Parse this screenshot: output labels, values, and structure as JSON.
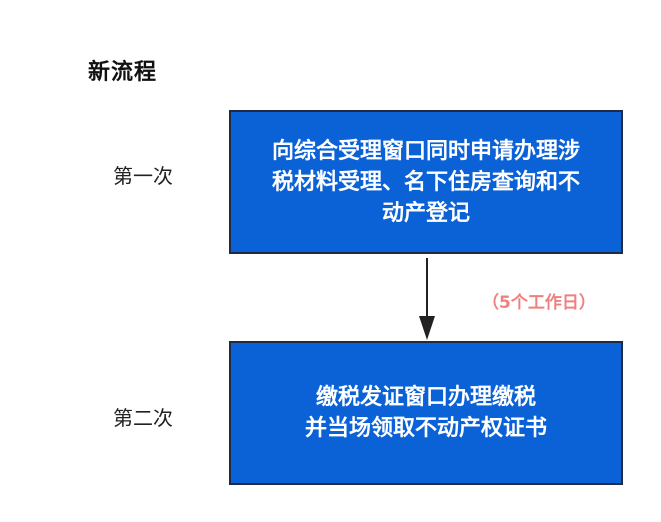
{
  "title": "新流程",
  "steps": [
    {
      "label": "第一次",
      "lines": [
        "向综合受理窗口同时申请办理涉",
        "税材料受理、名下住房查询和不",
        "动产登记"
      ]
    },
    {
      "label": "第二次",
      "lines": [
        "缴税发证窗口办理缴税",
        "并当场领取不动产权证书"
      ]
    }
  ],
  "connector": {
    "annotation": "（5个工作日）"
  },
  "colors": {
    "box_fill": "#0a62d6",
    "box_border": "#1f2a44",
    "box_text": "#ffffff",
    "annotation": "#f08080",
    "arrow": "#222222"
  }
}
